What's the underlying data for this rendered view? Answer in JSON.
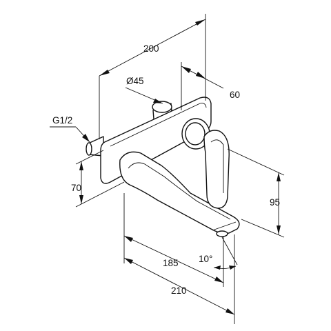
{
  "drawing": {
    "kind": "technical dimension drawing",
    "subject": "wall-mounted basin mixer with separate escutcheon plate",
    "dimensions": {
      "overall_width": "200",
      "diameter": "Ø45",
      "depth": "60",
      "thread": "G1/2",
      "plate_height": "70",
      "spout_height": "95",
      "spout_projection": "185",
      "total_projection": "210",
      "angle": "10°"
    }
  }
}
